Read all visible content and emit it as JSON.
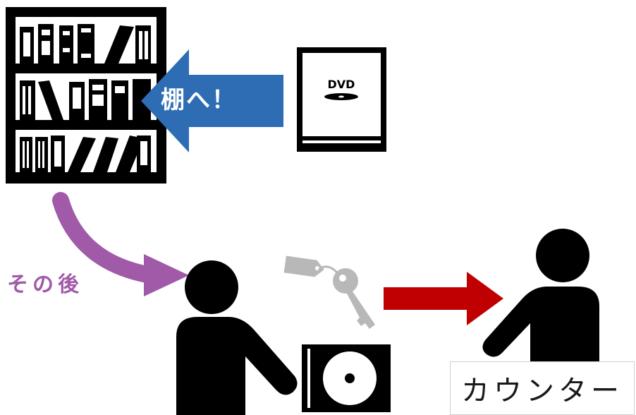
{
  "arrow_label": "棚へ！",
  "dvd_label": "DVD",
  "then_label": "その後",
  "counter_label": "カウンター",
  "colors": {
    "shelf_arrow": "#2e6db4",
    "then_arrow": "#a05aa8",
    "counter_arrow": "#c00000",
    "key": "#b8b8b8",
    "ink": "#000000"
  },
  "icons": [
    "bookshelf-icon",
    "dvd-case-icon",
    "person-icon",
    "key-tag-icon",
    "disc-case-icon"
  ]
}
